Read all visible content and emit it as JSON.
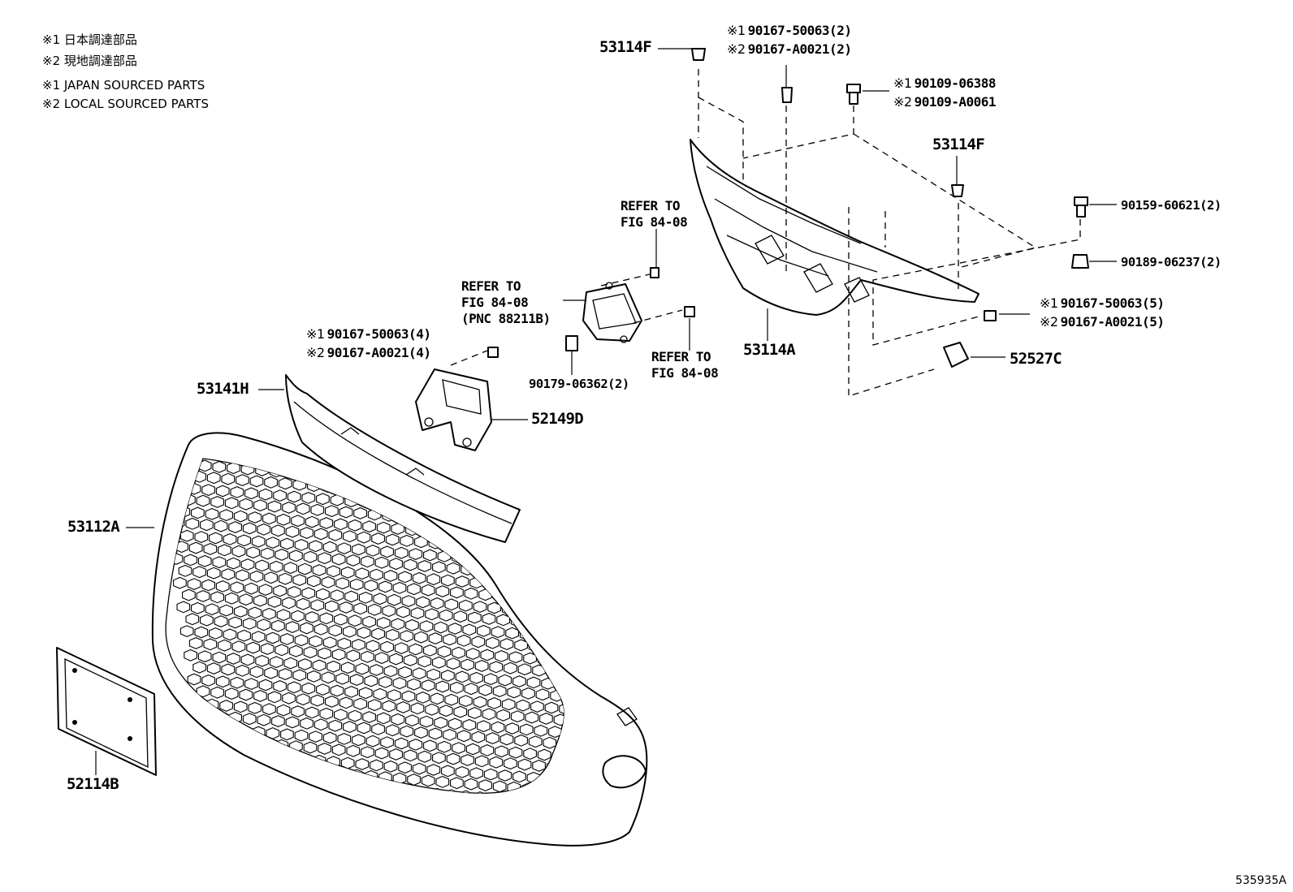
{
  "legend": {
    "l1": "※1 日本調達部品",
    "l2": "※2 現地調達部品",
    "l3": "※1 JAPAN SOURCED PARTS",
    "l4": "※2 LOCAL SOURCED PARTS"
  },
  "symbols": {
    "s1": "※1",
    "s2": "※2"
  },
  "labels": {
    "clip_top": "53114F",
    "clip_right": "53114F",
    "screw_top_1": "90167-50063(2)",
    "screw_top_2": "90167-A0021(2)",
    "bolt_top_1": "90109-06388",
    "bolt_top_2": "90109-A0061",
    "bolt_right": "90159-60621(2)",
    "nut_right": "90189-06237(2)",
    "screw_right_1": "90167-50063(5)",
    "screw_right_2": "90167-A0021(5)",
    "refer_a_1": "REFER TO",
    "refer_a_2": "FIG 84-08",
    "refer_b_1": "REFER TO",
    "refer_b_2": "FIG 84-08",
    "refer_b_3": "(PNC 88211B)",
    "refer_c_1": "REFER TO",
    "refer_c_2": "FIG 84-08",
    "support": "53114A",
    "bracket_right": "52527C",
    "screw_left_1": "90167-50063(4)",
    "screw_left_2": "90167-A0021(4)",
    "retainer": "90179-06362(2)",
    "molding": "53141H",
    "sensor_bracket": "52149D",
    "grille": "53112A",
    "plate_bracket": "52114B",
    "figure_number": "535935A"
  }
}
